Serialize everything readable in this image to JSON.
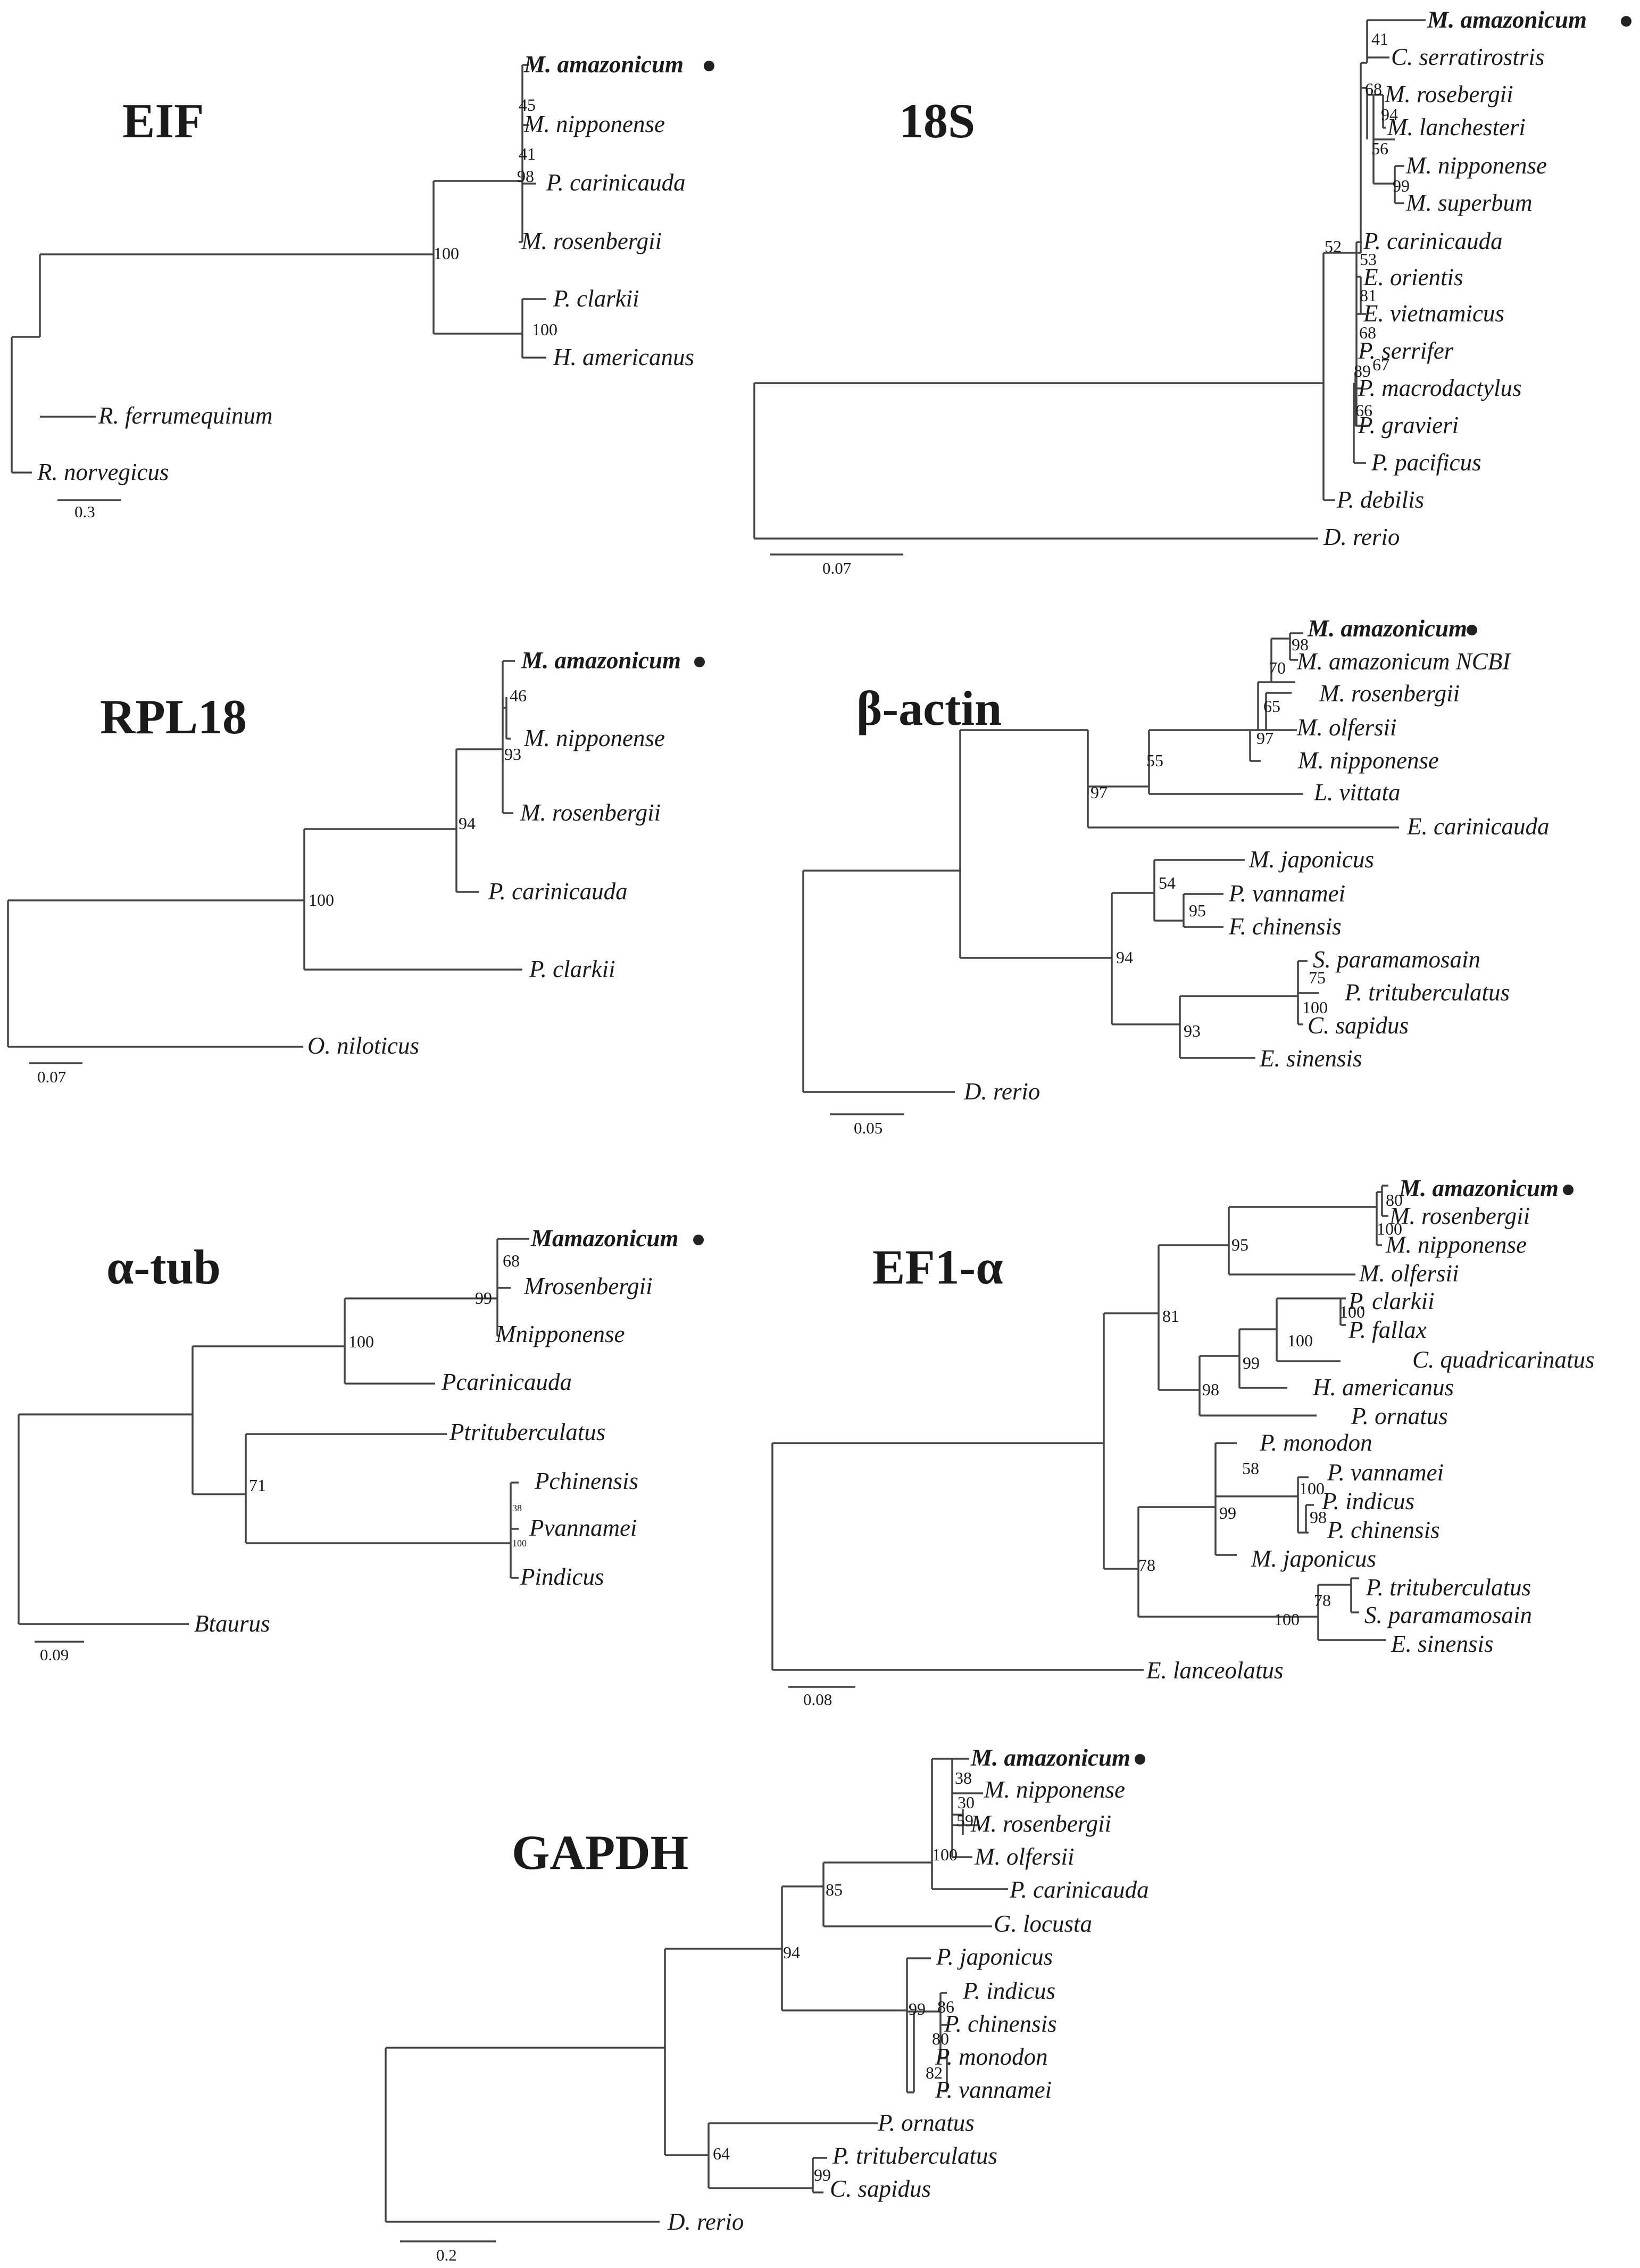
{
  "panels": [
    {
      "id": "eif",
      "title": "EIF",
      "scale_label": "0.3",
      "taxa": [
        "M. amazonicum",
        "M. nipponense",
        "P. carinicauda",
        "M. rosenbergii",
        "P. clarkii",
        "H. americanus",
        "R. ferrumequinum",
        "R. norvegicus"
      ],
      "bold_taxon": "M. amazonicum",
      "marked_taxon": "M. amazonicum",
      "supports": [
        "45",
        "41",
        "98",
        "100",
        "100"
      ]
    },
    {
      "id": "s18",
      "title": "18S",
      "scale_label": "0.07",
      "taxa": [
        "M. amazonicum",
        "C. serratirostris",
        "M. rosebergii",
        "M. lanchesteri",
        "M. nipponense",
        "M. superbum",
        "P. carinicauda",
        "E. orientis",
        "E. vietnamicus",
        "P. serrifer",
        "P. macrodactylus",
        "P. gravieri",
        "P. pacificus",
        "P. debilis",
        "D. rerio"
      ],
      "bold_taxon": "M. amazonicum",
      "marked_taxon": "M. amazonicum",
      "supports": [
        "41",
        "68",
        "94",
        "56",
        "99",
        "52",
        "53",
        "81",
        "68",
        "89",
        "67",
        "66"
      ]
    },
    {
      "id": "rpl18",
      "title": "RPL18",
      "scale_label": "0.07",
      "taxa": [
        "M. amazonicum",
        "M. nipponense",
        "M. rosenbergii",
        "P. carinicauda",
        "P. clarkii",
        "O. niloticus"
      ],
      "bold_taxon": "M. amazonicum",
      "marked_taxon": "M. amazonicum",
      "supports": [
        "46",
        "93",
        "94",
        "100"
      ]
    },
    {
      "id": "bactin",
      "title": "β-actin",
      "scale_label": "0.05",
      "taxa": [
        "M. amazonicum",
        "M. amazonicum NCBI",
        "M. rosenbergii",
        "M. olfersii",
        "M. nipponense",
        "L. vittata",
        "E. carinicauda",
        "M. japonicus",
        "P. vannamei",
        "F. chinensis",
        "S. paramamosain",
        "P. trituberculatus",
        "C. sapidus",
        "E. sinensis",
        "D. rerio"
      ],
      "bold_taxon": "M. amazonicum",
      "marked_taxon": "M. amazonicum",
      "supports": [
        "98",
        "70",
        "65",
        "97",
        "55",
        "97",
        "54",
        "95",
        "94",
        "75",
        "100",
        "93"
      ]
    },
    {
      "id": "atub",
      "title": "α-tub",
      "scale_label": "0.09",
      "taxa": [
        "Mamazonicum",
        "Mrosenbergii",
        "Mnipponense",
        "Pcarinicauda",
        "Ptrituberculatus",
        "Pchinensis",
        "Pvannamei",
        "Pindicus",
        "Btaurus"
      ],
      "bold_taxon": "Mamazonicum",
      "marked_taxon": "Mamazonicum",
      "supports": [
        "68",
        "99",
        "100",
        "38",
        "100",
        "71"
      ]
    },
    {
      "id": "ef1a",
      "title": "EF1-α",
      "scale_label": "0.08",
      "taxa": [
        "M. amazonicum",
        "M. rosenbergii",
        "M. nipponense",
        "M. olfersii",
        "P. clarkii",
        "P. fallax",
        "C. quadricarinatus",
        "H. americanus",
        "P. ornatus",
        "P. monodon",
        "P. vannamei",
        "P. indicus",
        "P. chinensis",
        "M. japonicus",
        "P. trituberculatus",
        "S. paramamosain",
        "E. sinensis",
        "E. lanceolatus"
      ],
      "bold_taxon": "M. amazonicum",
      "marked_taxon": "M. amazonicum",
      "supports": [
        "80",
        "100",
        "95",
        "100",
        "100",
        "99",
        "98",
        "81",
        "58",
        "100",
        "98",
        "99",
        "78",
        "100",
        "78"
      ]
    },
    {
      "id": "gapdh",
      "title": "GAPDH",
      "scale_label": "0.2",
      "taxa": [
        "M. amazonicum",
        "M. nipponense",
        "M. rosenbergii",
        "M. olfersii",
        "P. carinicauda",
        "G. locusta",
        "P. japonicus",
        "P. indicus",
        "P. chinensis",
        "P. monodon",
        "P. vannamei",
        "P. ornatus",
        "P. trituberculatus",
        "C. sapidus",
        "D. rerio"
      ],
      "bold_taxon": "M. amazonicum",
      "marked_taxon": "M. amazonicum",
      "supports": [
        "38",
        "30",
        "59",
        "100",
        "85",
        "94",
        "99",
        "86",
        "80",
        "82",
        "64",
        "99"
      ]
    }
  ]
}
